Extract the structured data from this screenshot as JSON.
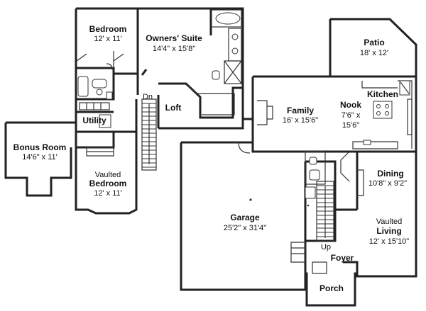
{
  "rooms": {
    "bedroom": {
      "name": "Bedroom",
      "dims": "12' x 11'"
    },
    "owners_suite": {
      "name": "Owners' Suite",
      "dims": "14'4\" x 15'8\""
    },
    "patio": {
      "name": "Patio",
      "dims": "18' x 12'"
    },
    "kitchen": {
      "name": "Kitchen"
    },
    "loft": {
      "name": "Loft"
    },
    "family": {
      "name": "Family",
      "dims": "16' x 15'6\""
    },
    "nook": {
      "name": "Nook",
      "dims_line1": "7'6\" x",
      "dims_line2": "15'6\""
    },
    "utility": {
      "name": "Utility"
    },
    "bonus_room": {
      "name": "Bonus Room",
      "dims": "14'6\" x 11'"
    },
    "vaulted_bedroom": {
      "name_line1": "Vaulted",
      "name_line2": "Bedroom",
      "dims": "12' x 11'"
    },
    "garage": {
      "name": "Garage",
      "dims": "25'2\" x 31'4\""
    },
    "dining": {
      "name": "Dining",
      "dims": "10'8\" x 9'2\""
    },
    "vaulted_living": {
      "name_line1": "Vaulted",
      "name_line2": "Living",
      "dims": "12' x 15'10\""
    },
    "foyer": {
      "name": "Foyer"
    },
    "porch": {
      "name": "Porch"
    }
  },
  "stair_labels": {
    "down": "Dn",
    "up": "Up"
  }
}
